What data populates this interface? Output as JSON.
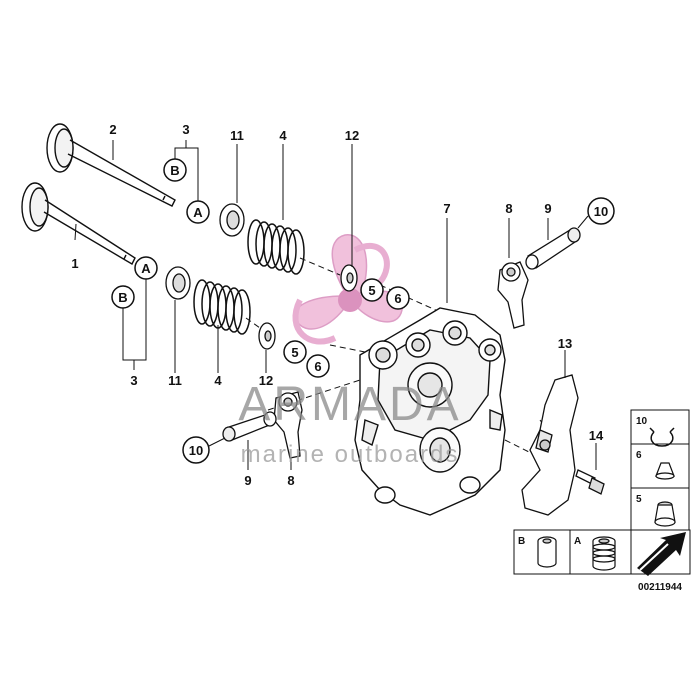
{
  "watermark": {
    "brand": "ARMADA",
    "tagline": "marine outboards",
    "logo_color": "#e4a1c9"
  },
  "callouts": {
    "n1": "1",
    "n2": "2",
    "n3_top": "3",
    "n3_bottom": "3",
    "n4_top": "4",
    "n4_bottom": "4",
    "n5_top": "5",
    "n5_bottom": "5",
    "n6_top": "6",
    "n6_bottom": "6",
    "n7": "7",
    "n8_top": "8",
    "n8_bottom": "8",
    "n9_top": "9",
    "n9_bottom": "9",
    "n10_top": "10",
    "n10_bottom": "10",
    "n11_top": "11",
    "n11_bottom": "11",
    "n12_top": "12",
    "n12_bottom": "12",
    "n13": "13",
    "n14": "14",
    "a_top": "A",
    "a_bottom": "A",
    "b_top": "B",
    "b_bottom": "B"
  },
  "legend": {
    "item10": "10",
    "item6": "6",
    "item5": "5",
    "itemB": "B",
    "itemA": "A"
  },
  "diagram_id": "00211944",
  "icon_names": [
    "propeller-logo-icon",
    "arrow-symbol-icon"
  ]
}
